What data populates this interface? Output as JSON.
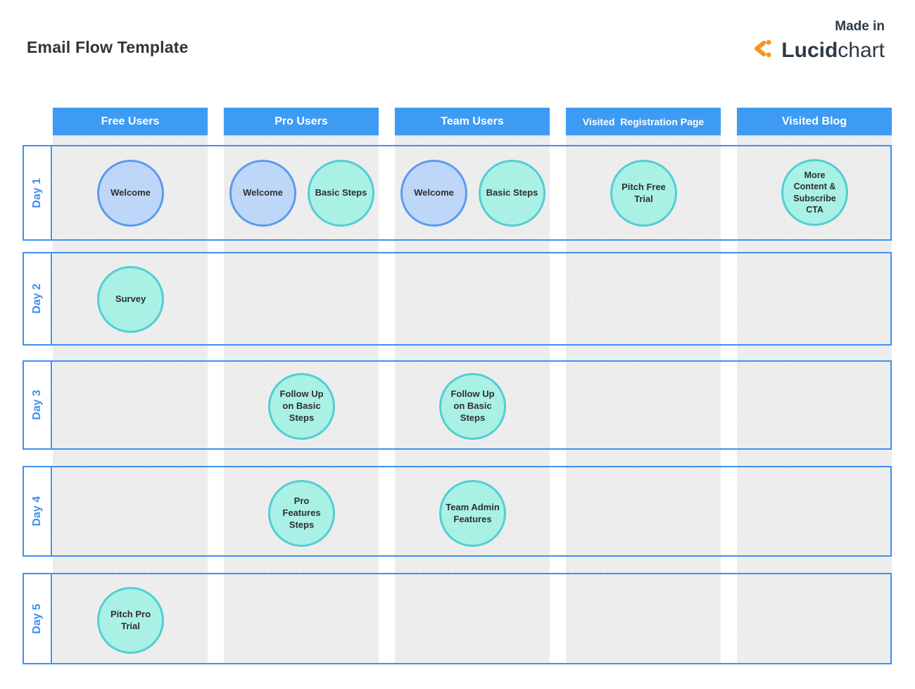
{
  "title": "Email Flow Template",
  "logo": {
    "made_in": "Made in",
    "brand_bold": "Lucid",
    "brand_regular": "chart",
    "icon": "lucidchart-orange-chevron"
  },
  "columns": [
    {
      "label": "Free Users"
    },
    {
      "label": "Pro Users"
    },
    {
      "label": "Team Users"
    },
    {
      "label": "Visited  Registration Page"
    },
    {
      "label": "Visited Blog"
    }
  ],
  "rows": [
    {
      "label": "Day 1"
    },
    {
      "label": "Day 2"
    },
    {
      "label": "Day 3"
    },
    {
      "label": "Day 4"
    },
    {
      "label": "Day 5"
    }
  ],
  "nodes": [
    {
      "label": "Welcome",
      "type": "blue",
      "column": "Free Users",
      "row": "Day 1"
    },
    {
      "label": "Welcome",
      "type": "blue",
      "column": "Pro Users",
      "row": "Day 1"
    },
    {
      "label": "Basic Steps",
      "type": "teal",
      "column": "Pro Users",
      "row": "Day 1"
    },
    {
      "label": "Welcome",
      "type": "blue",
      "column": "Team Users",
      "row": "Day 1"
    },
    {
      "label": "Basic Steps",
      "type": "teal",
      "column": "Team Users",
      "row": "Day 1"
    },
    {
      "label": "Pitch Free Trial",
      "type": "teal",
      "column": "Visited  Registration Page",
      "row": "Day 1"
    },
    {
      "label": "More Content & Subscribe CTA",
      "type": "teal",
      "column": "Visited Blog",
      "row": "Day 1"
    },
    {
      "label": "Survey",
      "type": "teal",
      "column": "Free Users",
      "row": "Day 2"
    },
    {
      "label": "Follow Up on Basic Steps",
      "type": "teal",
      "column": "Pro Users",
      "row": "Day 3"
    },
    {
      "label": "Follow Up on Basic Steps",
      "type": "teal",
      "column": "Team Users",
      "row": "Day 3"
    },
    {
      "label": "Pro Features Steps",
      "type": "teal",
      "column": "Pro Users",
      "row": "Day 4"
    },
    {
      "label": "Team Admin Features",
      "type": "teal",
      "column": "Team Users",
      "row": "Day 4"
    },
    {
      "label": "Pitch Pro Trial",
      "type": "teal",
      "column": "Free Users",
      "row": "Day 5"
    }
  ],
  "colors": {
    "header_blue": "#3e9bf4",
    "row_border_blue": "#3f90f1",
    "day_label_blue": "#3e8ff2",
    "lane_background": "#ededed",
    "node_blue_fill": "#bed7f9",
    "node_blue_border": "#5b9bf0",
    "node_teal_fill": "#a9f0e5",
    "node_teal_border": "#52ced4",
    "brand_slate": "#2d3a47",
    "brand_orange": "#f7941e",
    "title_color": "#333333"
  }
}
